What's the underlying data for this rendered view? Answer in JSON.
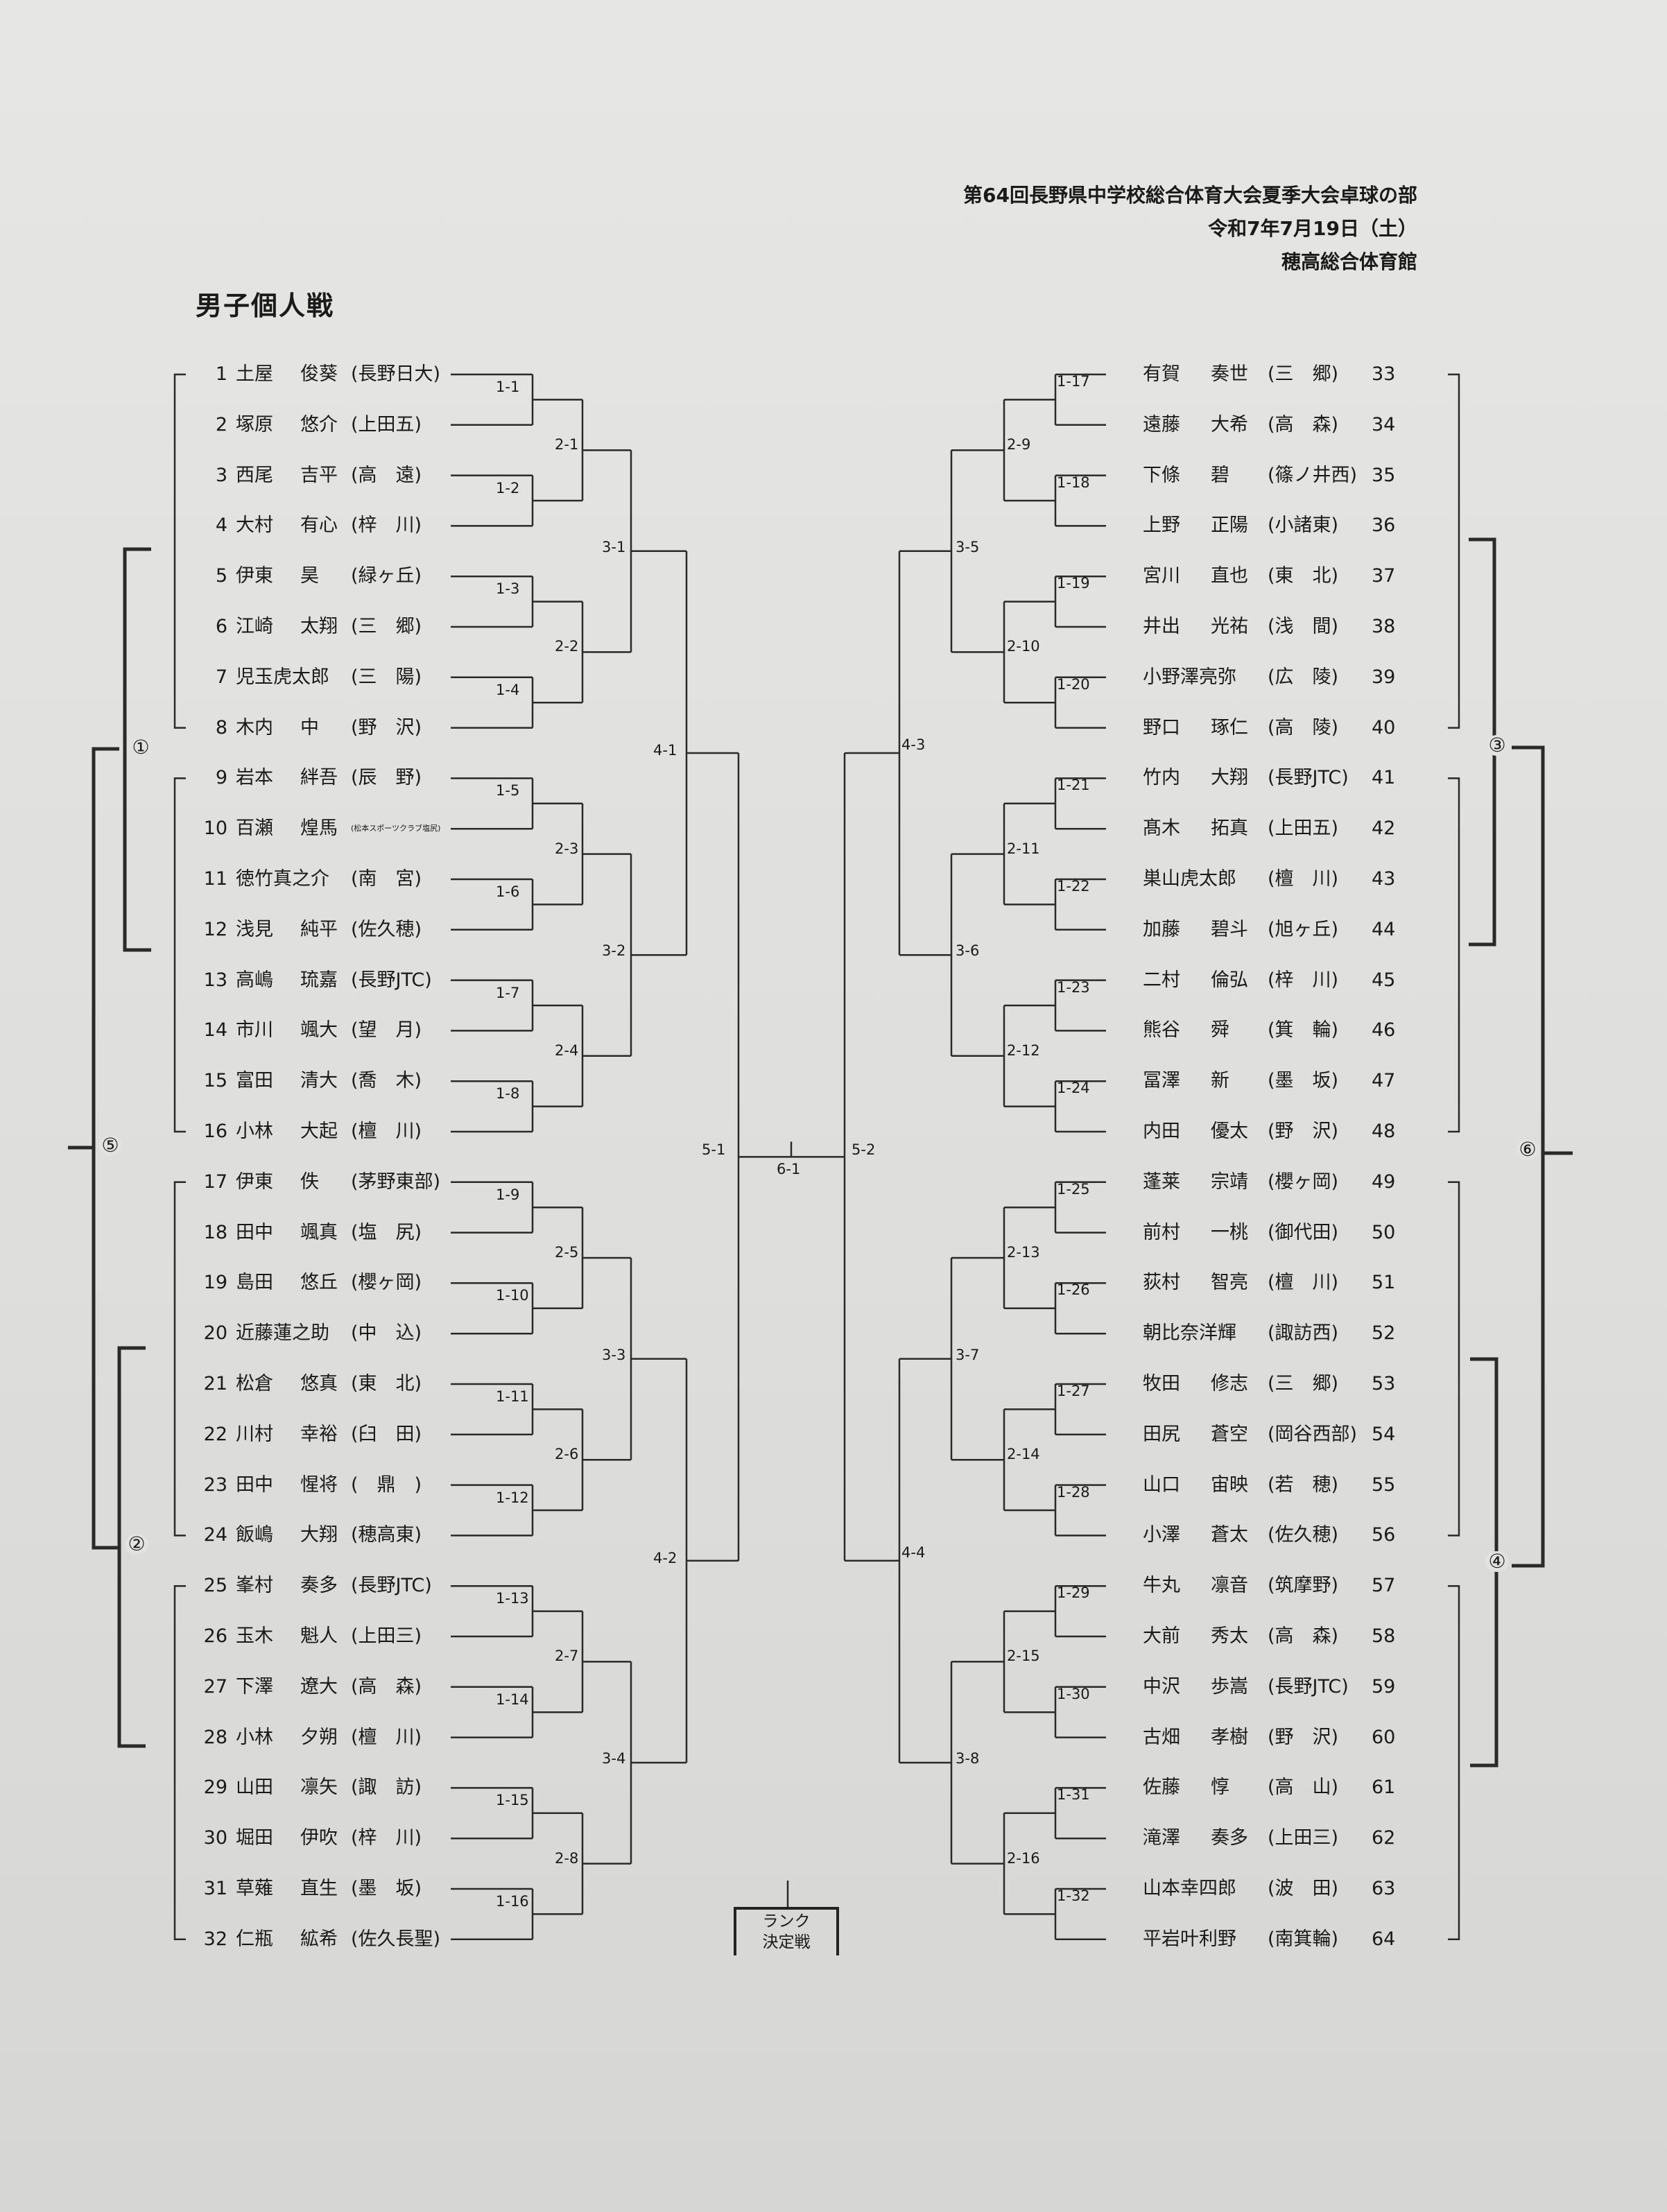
{
  "header": {
    "event": "第64回長野県中学校総合体育大会夏季大会卓球の部",
    "date": "令和7年7月19日（土）",
    "venue": "穂高総合体育館"
  },
  "title": "男子個人戦",
  "left_players": [
    {
      "num": "1",
      "last": "土屋",
      "first": "俊葵",
      "school": "(長野日大)"
    },
    {
      "num": "2",
      "last": "塚原",
      "first": "悠介",
      "school": "(上田五)"
    },
    {
      "num": "3",
      "last": "西尾",
      "first": "吉平",
      "school": "(高　遠)"
    },
    {
      "num": "4",
      "last": "大村",
      "first": "有心",
      "school": "(梓　川)"
    },
    {
      "num": "5",
      "last": "伊東",
      "first": "昊",
      "school": "(緑ヶ丘)"
    },
    {
      "num": "6",
      "last": "江崎",
      "first": "太翔",
      "school": "(三　郷)"
    },
    {
      "num": "7",
      "last": "児玉虎太郎",
      "first": "",
      "school": "(三　陽)"
    },
    {
      "num": "8",
      "last": "木内",
      "first": "中",
      "school": "(野　沢)"
    },
    {
      "num": "9",
      "last": "岩本",
      "first": "絆吾",
      "school": "(辰　野)"
    },
    {
      "num": "10",
      "last": "百瀬",
      "first": "煌馬",
      "school": "(松本スポーツクラブ塩尻)"
    },
    {
      "num": "11",
      "last": "徳竹真之介",
      "first": "",
      "school": "(南　宮)"
    },
    {
      "num": "12",
      "last": "浅見",
      "first": "純平",
      "school": "(佐久穂)"
    },
    {
      "num": "13",
      "last": "高嶋",
      "first": "琉嘉",
      "school": "(長野JTC)"
    },
    {
      "num": "14",
      "last": "市川",
      "first": "颯大",
      "school": "(望　月)"
    },
    {
      "num": "15",
      "last": "富田",
      "first": "清大",
      "school": "(喬　木)"
    },
    {
      "num": "16",
      "last": "小林",
      "first": "大起",
      "school": "(檀　川)"
    },
    {
      "num": "17",
      "last": "伊東",
      "first": "佚",
      "school": "(茅野東部)"
    },
    {
      "num": "18",
      "last": "田中",
      "first": "颯真",
      "school": "(塩　尻)"
    },
    {
      "num": "19",
      "last": "島田",
      "first": "悠丘",
      "school": "(櫻ヶ岡)"
    },
    {
      "num": "20",
      "last": "近藤蓮之助",
      "first": "",
      "school": "(中　込)"
    },
    {
      "num": "21",
      "last": "松倉",
      "first": "悠真",
      "school": "(東　北)"
    },
    {
      "num": "22",
      "last": "川村",
      "first": "幸裕",
      "school": "(臼　田)"
    },
    {
      "num": "23",
      "last": "田中",
      "first": "惺将",
      "school": "(　鼎　)"
    },
    {
      "num": "24",
      "last": "飯嶋",
      "first": "大翔",
      "school": "(穂高東)"
    },
    {
      "num": "25",
      "last": "峯村",
      "first": "奏多",
      "school": "(長野JTC)"
    },
    {
      "num": "26",
      "last": "玉木",
      "first": "魁人",
      "school": "(上田三)"
    },
    {
      "num": "27",
      "last": "下澤",
      "first": "遼大",
      "school": "(高　森)"
    },
    {
      "num": "28",
      "last": "小林",
      "first": "夕朔",
      "school": "(檀　川)"
    },
    {
      "num": "29",
      "last": "山田",
      "first": "凛矢",
      "school": "(諏　訪)"
    },
    {
      "num": "30",
      "last": "堀田",
      "first": "伊吹",
      "school": "(梓　川)"
    },
    {
      "num": "31",
      "last": "草薙",
      "first": "直生",
      "school": "(墨　坂)"
    },
    {
      "num": "32",
      "last": "仁瓶",
      "first": "絋希",
      "school": "(佐久長聖)"
    }
  ],
  "right_players": [
    {
      "num": "33",
      "last": "有賀",
      "first": "奏世",
      "school": "(三　郷)"
    },
    {
      "num": "34",
      "last": "遠藤",
      "first": "大希",
      "school": "(高　森)"
    },
    {
      "num": "35",
      "last": "下條",
      "first": "碧",
      "school": "(篠ノ井西)"
    },
    {
      "num": "36",
      "last": "上野",
      "first": "正陽",
      "school": "(小諸東)"
    },
    {
      "num": "37",
      "last": "宮川",
      "first": "直也",
      "school": "(東　北)"
    },
    {
      "num": "38",
      "last": "井出",
      "first": "光祐",
      "school": "(浅　間)"
    },
    {
      "num": "39",
      "last": "小野澤亮弥",
      "first": "",
      "school": "(広　陵)"
    },
    {
      "num": "40",
      "last": "野口",
      "first": "琢仁",
      "school": "(高　陵)"
    },
    {
      "num": "41",
      "last": "竹内",
      "first": "大翔",
      "school": "(長野JTC)"
    },
    {
      "num": "42",
      "last": "髙木",
      "first": "拓真",
      "school": "(上田五)"
    },
    {
      "num": "43",
      "last": "巣山虎太郎",
      "first": "",
      "school": "(檀　川)"
    },
    {
      "num": "44",
      "last": "加藤",
      "first": "碧斗",
      "school": "(旭ヶ丘)"
    },
    {
      "num": "45",
      "last": "二村",
      "first": "倫弘",
      "school": "(梓　川)"
    },
    {
      "num": "46",
      "last": "熊谷",
      "first": "舜",
      "school": "(箕　輪)"
    },
    {
      "num": "47",
      "last": "冨澤",
      "first": "新",
      "school": "(墨　坂)"
    },
    {
      "num": "48",
      "last": "内田",
      "first": "優太",
      "school": "(野　沢)"
    },
    {
      "num": "49",
      "last": "蓬莱",
      "first": "宗靖",
      "school": "(櫻ヶ岡)"
    },
    {
      "num": "50",
      "last": "前村",
      "first": "一桃",
      "school": "(御代田)"
    },
    {
      "num": "51",
      "last": "荻村",
      "first": "智亮",
      "school": "(檀　川)"
    },
    {
      "num": "52",
      "last": "朝比奈洋輝",
      "first": "",
      "school": "(諏訪西)"
    },
    {
      "num": "53",
      "last": "牧田",
      "first": "修志",
      "school": "(三　郷)"
    },
    {
      "num": "54",
      "last": "田尻",
      "first": "蒼空",
      "school": "(岡谷西部)"
    },
    {
      "num": "55",
      "last": "山口",
      "first": "宙映",
      "school": "(若　穂)"
    },
    {
      "num": "56",
      "last": "小澤",
      "first": "蒼太",
      "school": "(佐久穂)"
    },
    {
      "num": "57",
      "last": "牛丸",
      "first": "凛音",
      "school": "(筑摩野)"
    },
    {
      "num": "58",
      "last": "大前",
      "first": "秀太",
      "school": "(高　森)"
    },
    {
      "num": "59",
      "last": "中沢",
      "first": "歩嵩",
      "school": "(長野JTC)"
    },
    {
      "num": "60",
      "last": "古畑",
      "first": "孝樹",
      "school": "(野　沢)"
    },
    {
      "num": "61",
      "last": "佐藤",
      "first": "惇",
      "school": "(高　山)"
    },
    {
      "num": "62",
      "last": "滝澤",
      "first": "奏多",
      "school": "(上田三)"
    },
    {
      "num": "63",
      "last": "山本幸四郎",
      "first": "",
      "school": "(波　田)"
    },
    {
      "num": "64",
      "last": "平岩叶利野",
      "first": "",
      "school": "(南箕輪)"
    }
  ],
  "match_labels": {
    "r1_left": [
      "1-1",
      "1-2",
      "1-3",
      "1-4",
      "1-5",
      "1-6",
      "1-7",
      "1-8",
      "1-9",
      "1-10",
      "1-11",
      "1-12",
      "1-13",
      "1-14",
      "1-15",
      "1-16"
    ],
    "r2_left": [
      "2-1",
      "2-2",
      "2-3",
      "2-4",
      "2-5",
      "2-6",
      "2-7",
      "2-8"
    ],
    "r3_left": [
      "3-1",
      "3-2",
      "3-3",
      "3-4"
    ],
    "r4_left": [
      "4-1",
      "4-2"
    ],
    "r5_left": "5-1",
    "r1_right": [
      "1-17",
      "1-18",
      "1-19",
      "1-20",
      "1-21",
      "1-22",
      "1-23",
      "1-24",
      "1-25",
      "1-26",
      "1-27",
      "1-28",
      "1-29",
      "1-30",
      "1-31",
      "1-32"
    ],
    "r2_right": [
      "2-9",
      "2-10",
      "2-11",
      "2-12",
      "2-13",
      "2-14",
      "2-15",
      "2-16"
    ],
    "r3_right": [
      "3-5",
      "3-6",
      "3-7",
      "3-8"
    ],
    "r4_right": [
      "4-3",
      "4-4"
    ],
    "r5_right": "5-2",
    "final": "6-1"
  },
  "pools": {
    "p1": "①",
    "p2": "②",
    "p3": "③",
    "p4": "④",
    "p5": "⑤",
    "p6": "⑥"
  },
  "rank_box": {
    "line1": "ランク",
    "line2": "決定戦"
  }
}
